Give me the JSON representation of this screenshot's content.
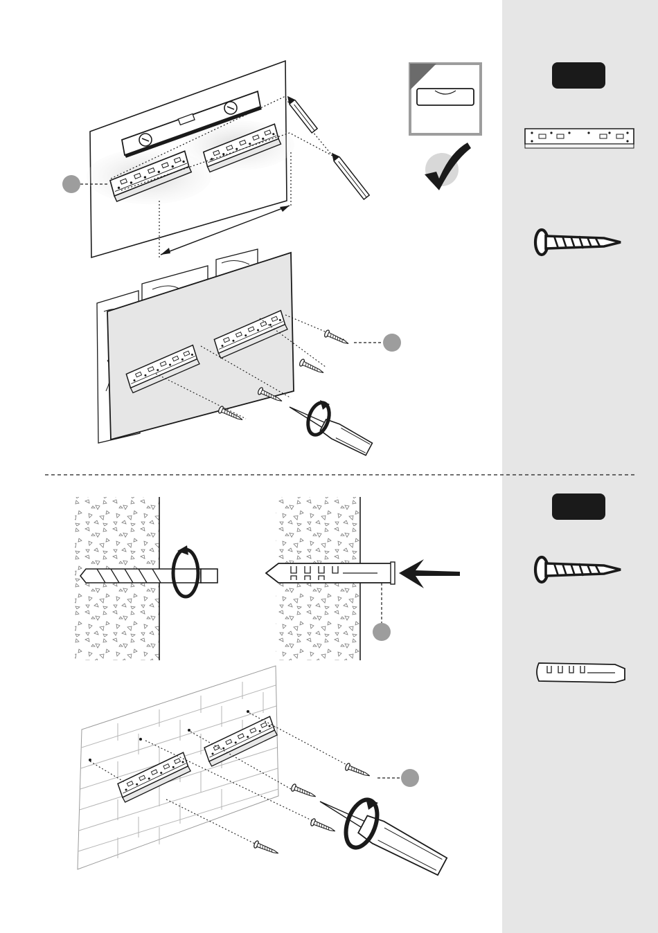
{
  "page": {
    "background": "#ffffff",
    "sidebar_color": "#e6e6e6",
    "ink": "#1a1a1a",
    "marker_gray": "#9d9d9d",
    "panel_gray": "#d8d8d8"
  },
  "section_top": {
    "step_badge": {
      "label": "",
      "color": "#1a1a1a"
    },
    "diagram": "drywall-mounting",
    "parts": [
      {
        "icon": "rail-bracket-icon"
      },
      {
        "icon": "wood-screw-icon"
      }
    ],
    "callouts": [
      {
        "icon": "callout-marker-icon",
        "target": "rail-bracket"
      },
      {
        "icon": "callout-marker-icon",
        "target": "screw"
      }
    ],
    "level_check": {
      "icon": "spirit-level-icon",
      "status_icon": "checkmark-icon"
    }
  },
  "section_bottom": {
    "step_badge": {
      "label": "",
      "color": "#1a1a1a"
    },
    "diagram": "masonry-mounting",
    "parts": [
      {
        "icon": "wood-screw-icon"
      },
      {
        "icon": "wall-plug-icon"
      }
    ],
    "callouts": [
      {
        "icon": "callout-marker-icon",
        "target": "wall-plug"
      },
      {
        "icon": "callout-marker-icon",
        "target": "screw"
      }
    ]
  }
}
